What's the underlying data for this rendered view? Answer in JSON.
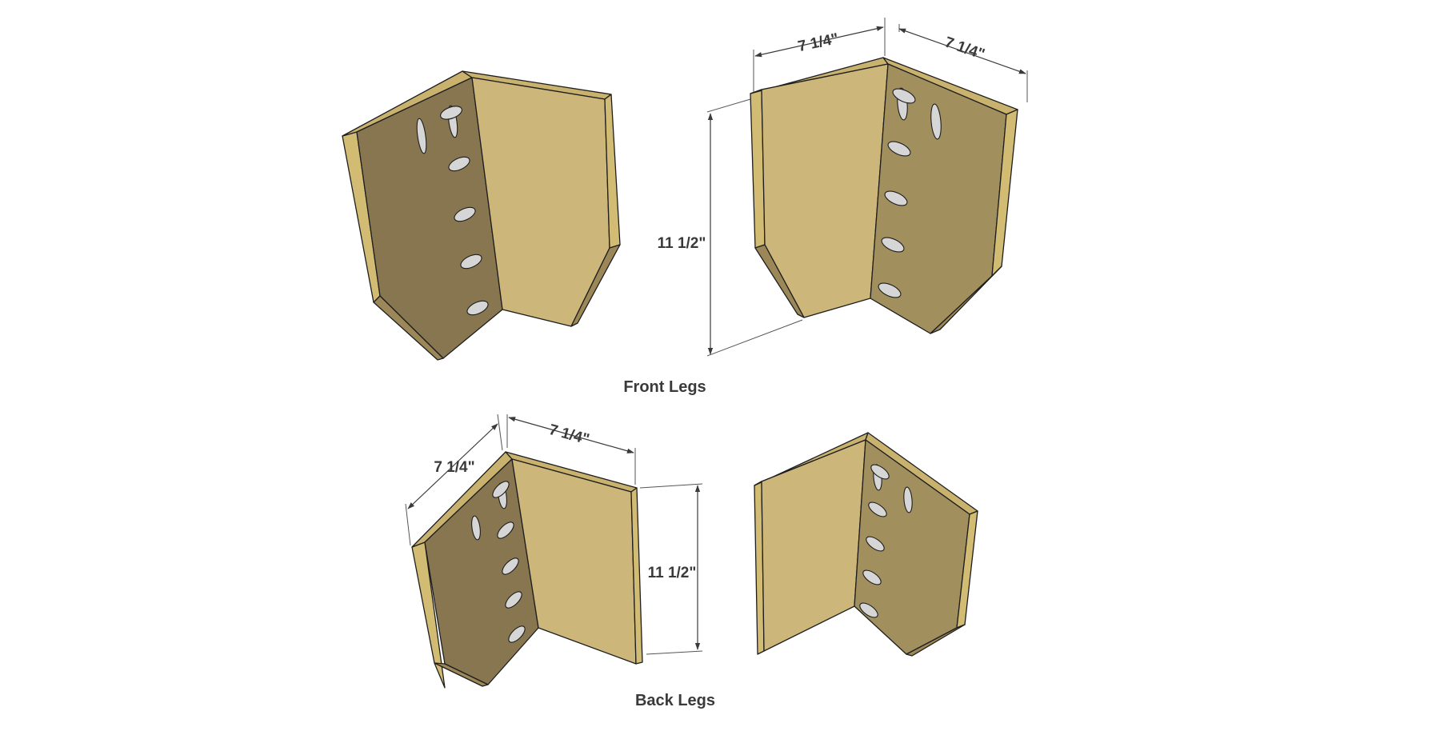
{
  "captions": {
    "front": "Front Legs",
    "back": "Back Legs"
  },
  "dimensions": {
    "front_width_left": "7 1/4\"",
    "front_width_right": "7 1/4\"",
    "front_height": "11 1/2\"",
    "back_width_left": "7 1/4\"",
    "back_width_right": "7 1/4\"",
    "back_height": "11 1/2\""
  },
  "colors": {
    "face_light": "#cdb679",
    "face_dark": "#887650",
    "face_mid": "#a28f5e",
    "edge_tone": "#d2bb73",
    "hole": "#d6d6d6",
    "outline": "#1e1e1e",
    "annotation": "#3a3a3a"
  }
}
